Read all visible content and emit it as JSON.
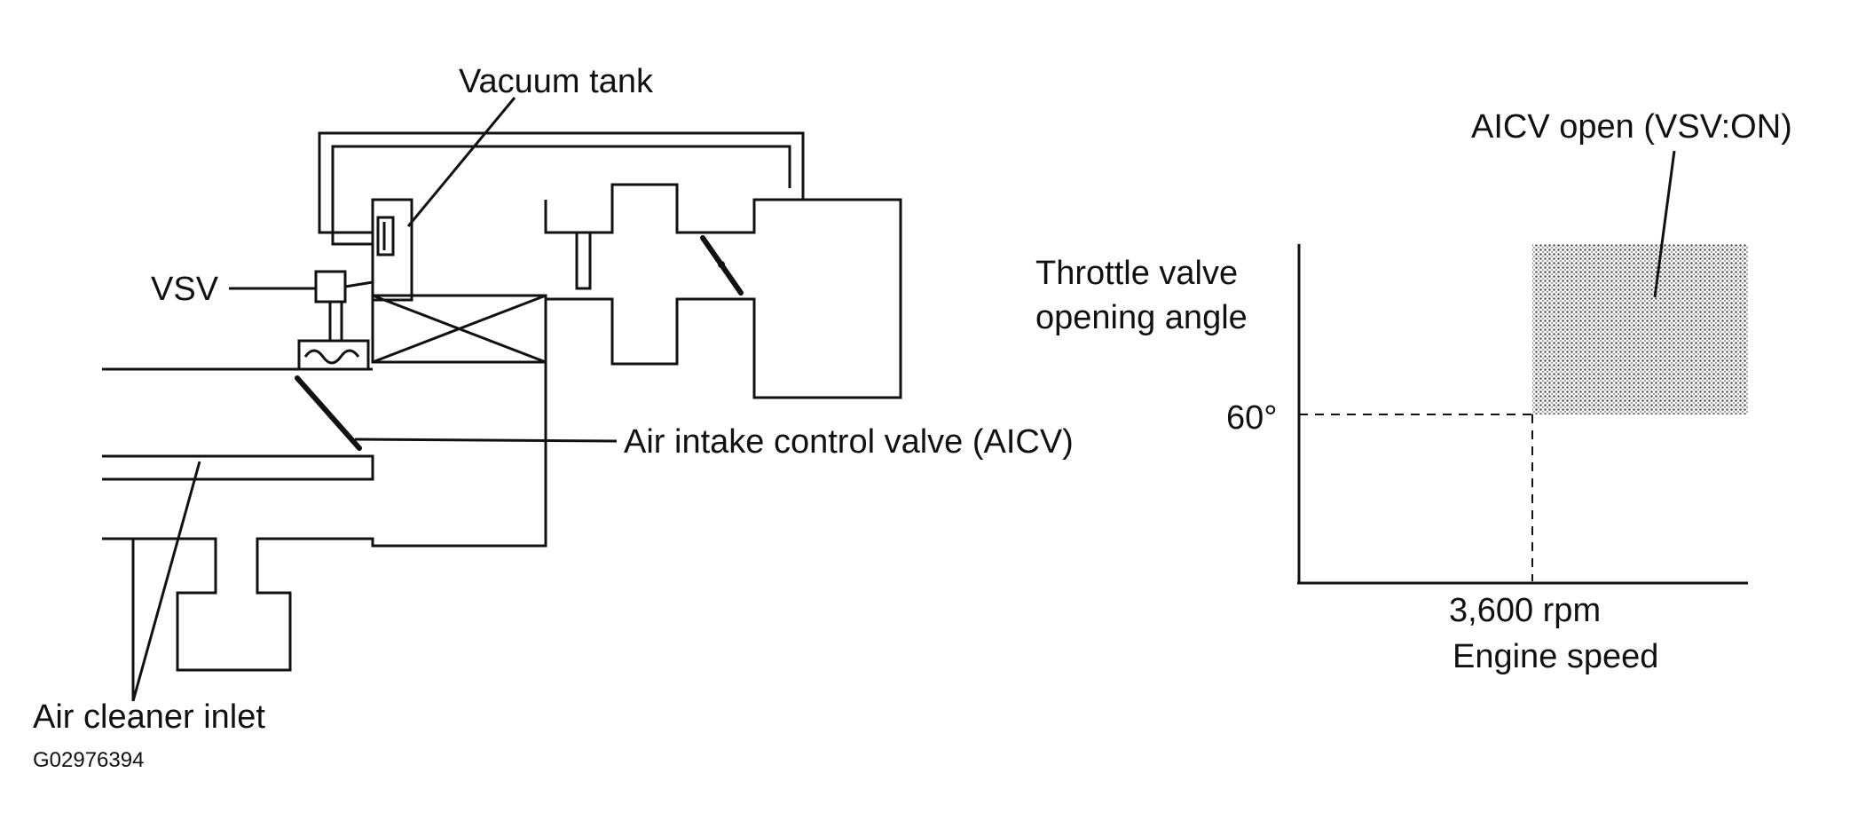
{
  "labels": {
    "vacuum_tank": "Vacuum tank",
    "vsv": "VSV",
    "aicv": "Air intake control valve (AICV)",
    "air_cleaner_inlet": "Air cleaner inlet",
    "figure_code": "G02976394",
    "aicv_open": "AICV open (VSV:ON)",
    "throttle_line1": "Throttle  valve",
    "throttle_line2": "opening angle",
    "angle_60": "60°",
    "rpm_3600": "3,600 rpm",
    "engine_speed": "Engine speed"
  },
  "graph": {
    "threshold_angle_deg": 60,
    "threshold_speed_rpm": 3600,
    "open_region_color": "#bdbdbd"
  }
}
